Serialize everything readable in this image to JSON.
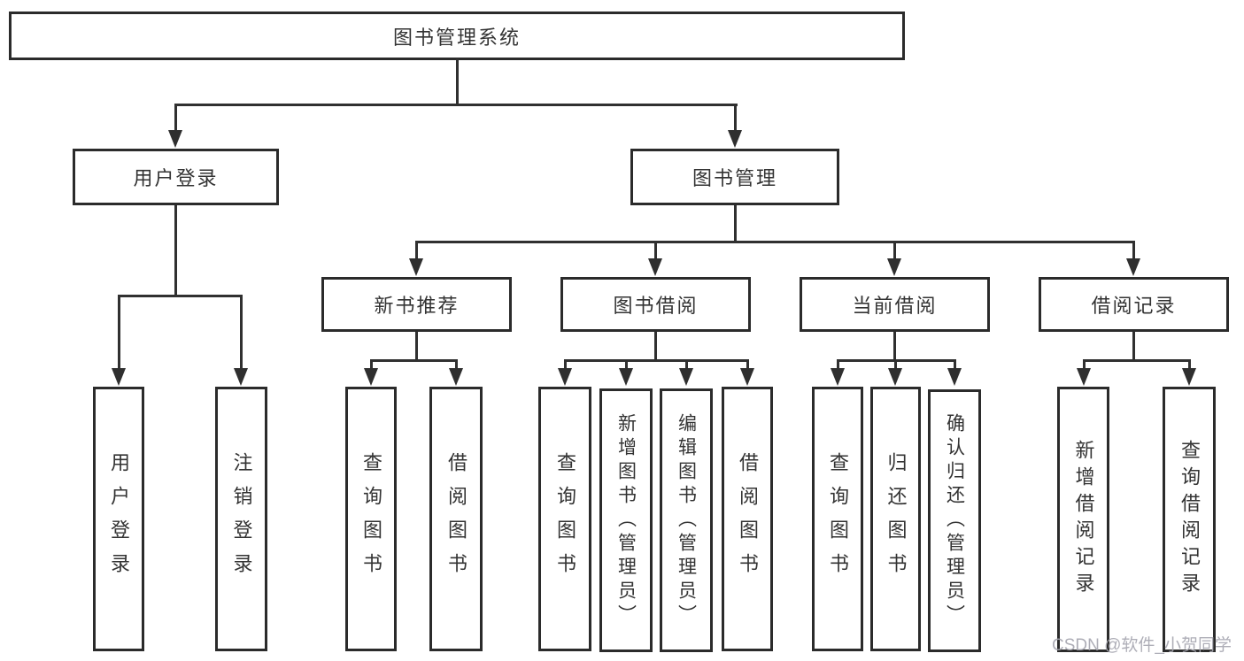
{
  "diagram": {
    "root": {
      "label": "图书管理系统"
    },
    "branches": [
      {
        "label": "用户登录",
        "children": [
          {
            "label": "用户登录"
          },
          {
            "label": "注销登录"
          }
        ]
      },
      {
        "label": "图书管理",
        "children": [
          {
            "label": "新书推荐",
            "children": [
              {
                "label": "查询图书"
              },
              {
                "label": "借阅图书"
              }
            ]
          },
          {
            "label": "图书借阅",
            "children": [
              {
                "label": "查询图书"
              },
              {
                "label": "新增图书（管理员）"
              },
              {
                "label": "编辑图书（管理员）"
              },
              {
                "label": "借阅图书"
              }
            ]
          },
          {
            "label": "当前借阅",
            "children": [
              {
                "label": "查询图书"
              },
              {
                "label": "归还图书"
              },
              {
                "label": "确认归还（管理员）"
              }
            ]
          },
          {
            "label": "借阅记录",
            "children": [
              {
                "label": "新增借阅记录"
              },
              {
                "label": "查询借阅记录"
              }
            ]
          }
        ]
      }
    ],
    "watermark": "CSDN @软件_小贺同学",
    "colors": {
      "border": "#2b2b2b",
      "line": "#303030",
      "text": "#333333",
      "watermark": "#a5a5af",
      "background": "#ffffff"
    }
  }
}
